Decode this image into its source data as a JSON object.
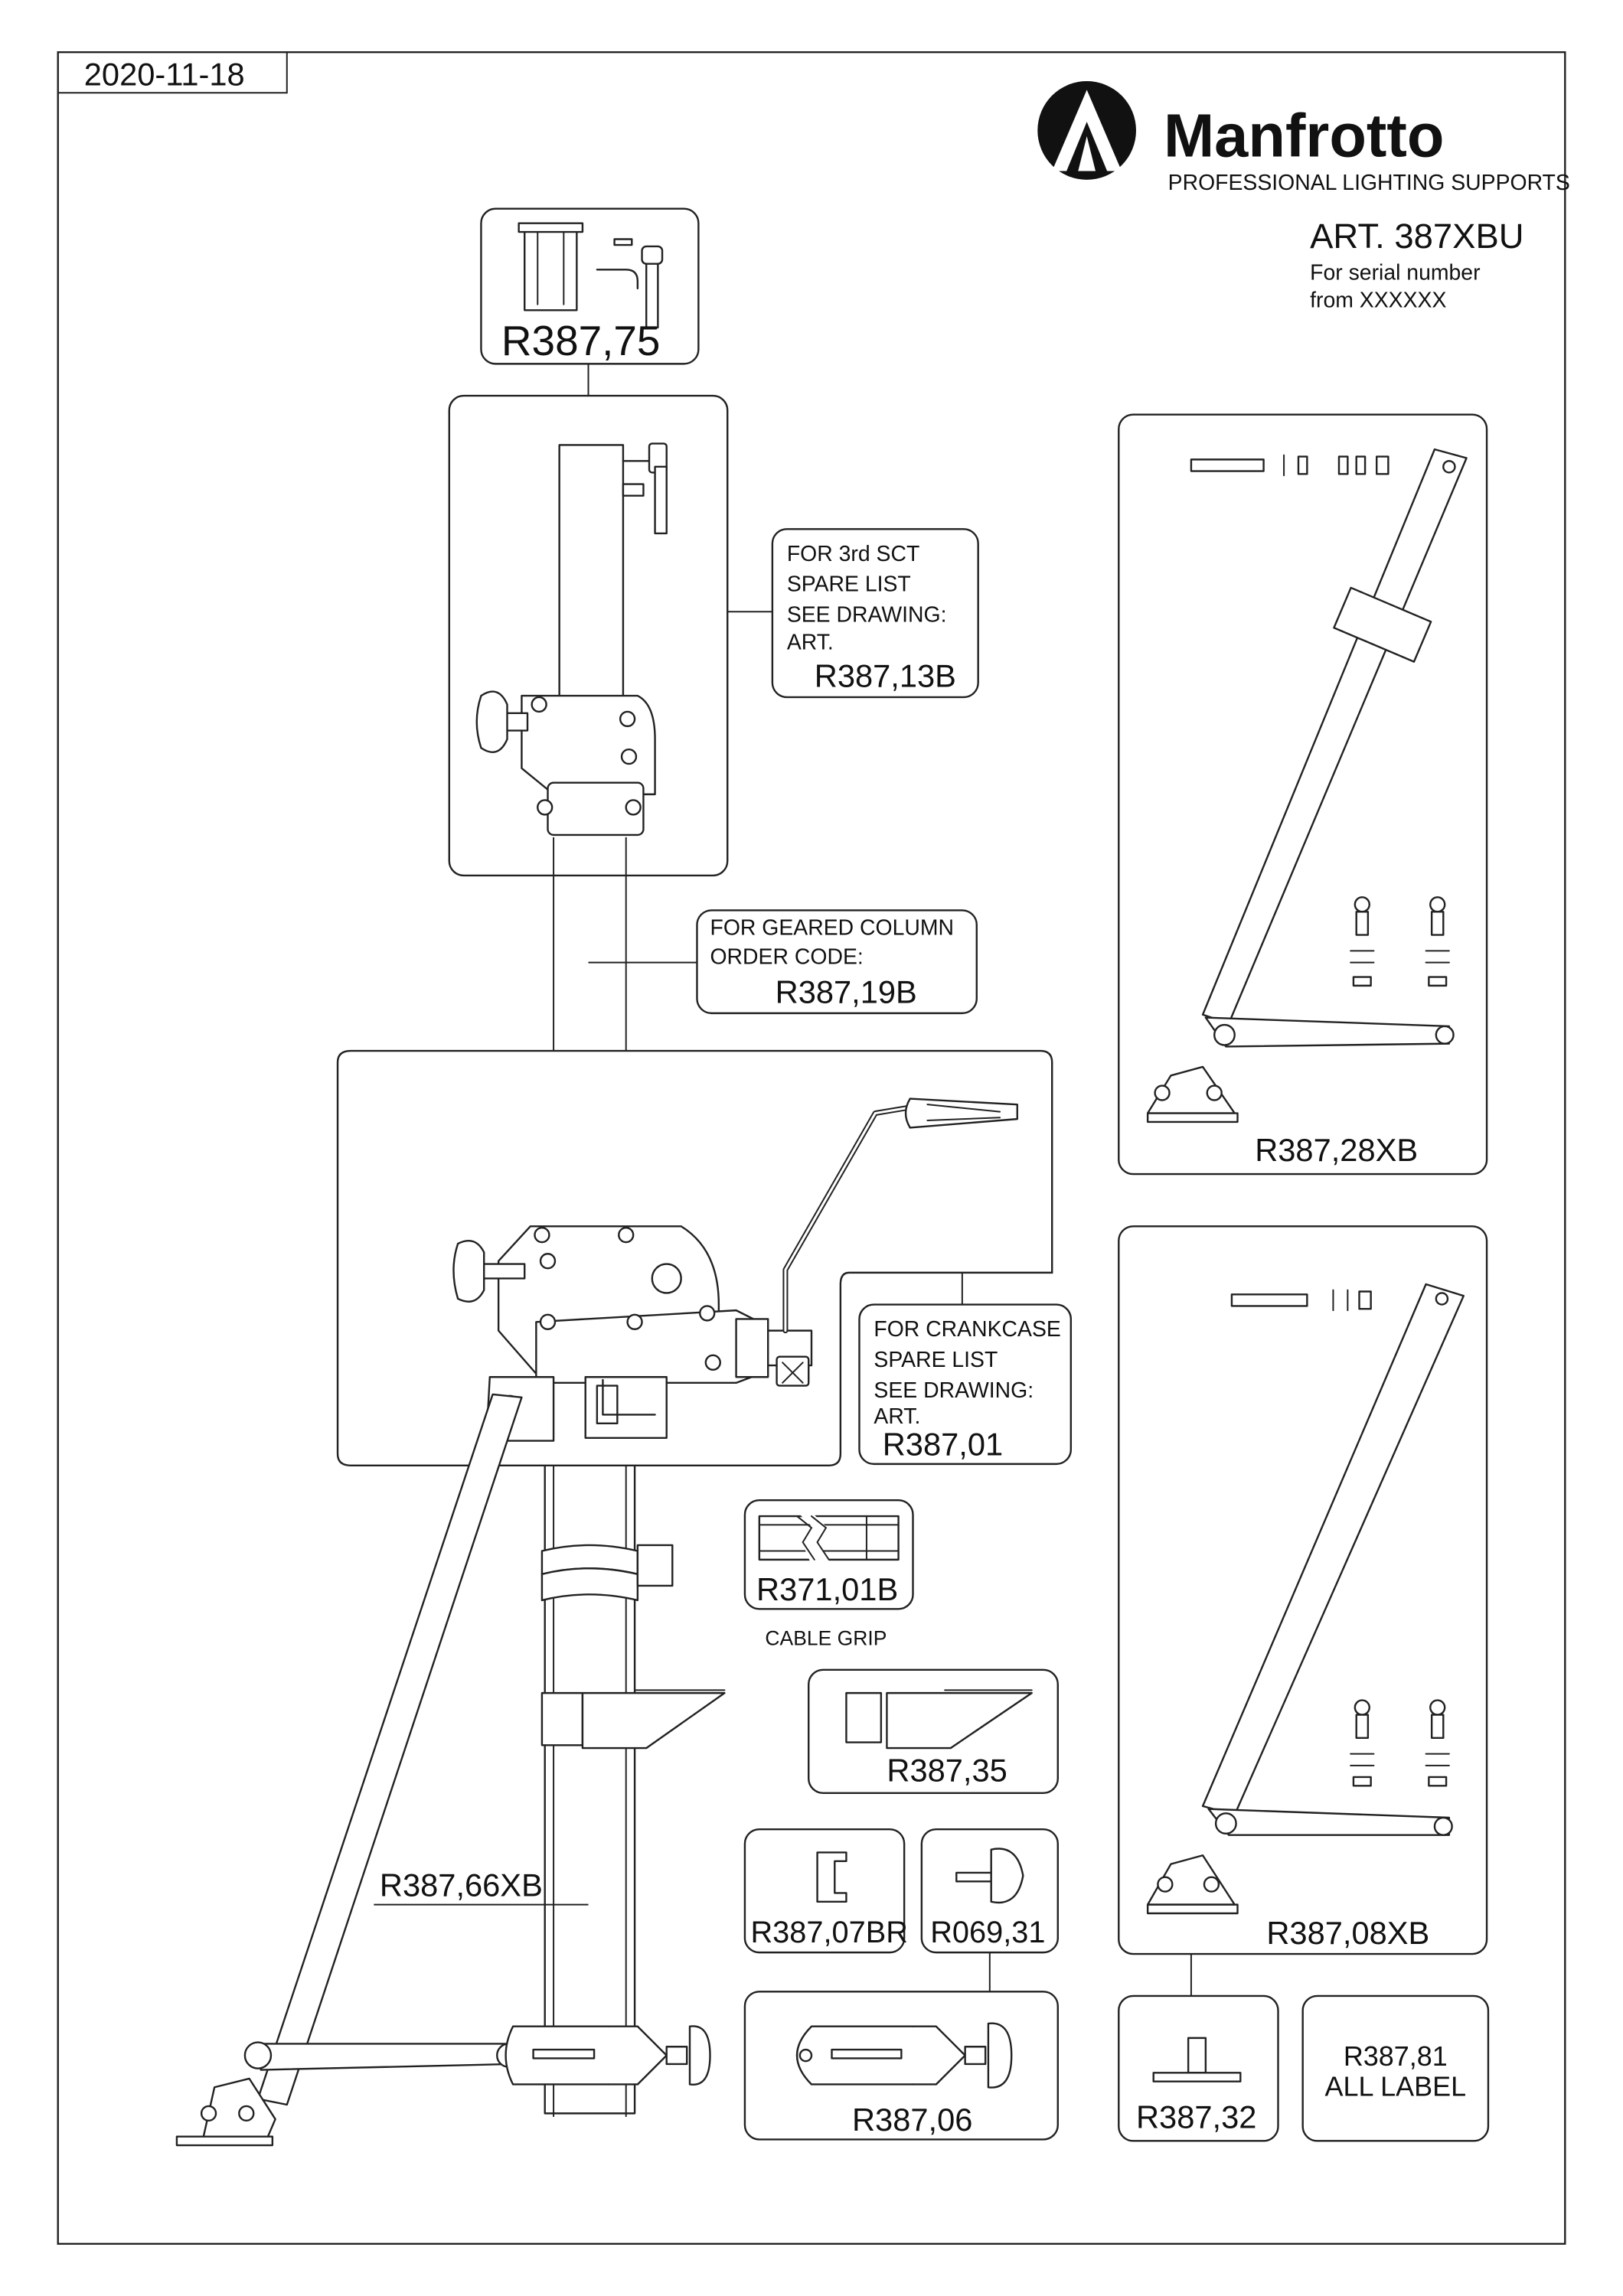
{
  "header": {
    "date": "2020-11-18",
    "brand": "Manfrotto",
    "tagline": "PROFESSIONAL LIGHTING SUPPORTS",
    "article": "ART. 387XBU",
    "serial_line1": "For serial number",
    "serial_line2": "from XXXXXX"
  },
  "parts": {
    "top_adapter": "R387,75",
    "third_section_l1": "FOR 3rd SCT",
    "third_section_l2": "SPARE LIST",
    "third_section_l3": "SEE DRAWING:",
    "third_section_l4": "ART.",
    "third_section_code": "R387,13B",
    "geared_column_l1": "FOR GEARED COLUMN",
    "geared_column_l2": "ORDER CODE:",
    "geared_column_code": "R387,19B",
    "crankcase_l1": "FOR CRANKCASE",
    "crankcase_l2": "SPARE LIST",
    "crankcase_l3": "SEE DRAWING:",
    "crankcase_l4": "ART.",
    "crankcase_code": "R387,01",
    "cable_grip_code": "R371,01B",
    "cable_grip_label": "CABLE GRIP",
    "foot_bracket": "R387,35",
    "leg_assembly": "R387,66XB",
    "clip": "R387,07BR",
    "knob": "R069,31",
    "bottom_collar": "R387,06",
    "upper_brace": "R387,28XB",
    "lower_brace": "R387,08XB",
    "foot_plate": "R387,32",
    "label_set_code": "R387,81",
    "label_set_text": "ALL LABEL"
  },
  "colors": {
    "line": "#222222",
    "brand": "#111111",
    "paper": "#ffffff"
  }
}
